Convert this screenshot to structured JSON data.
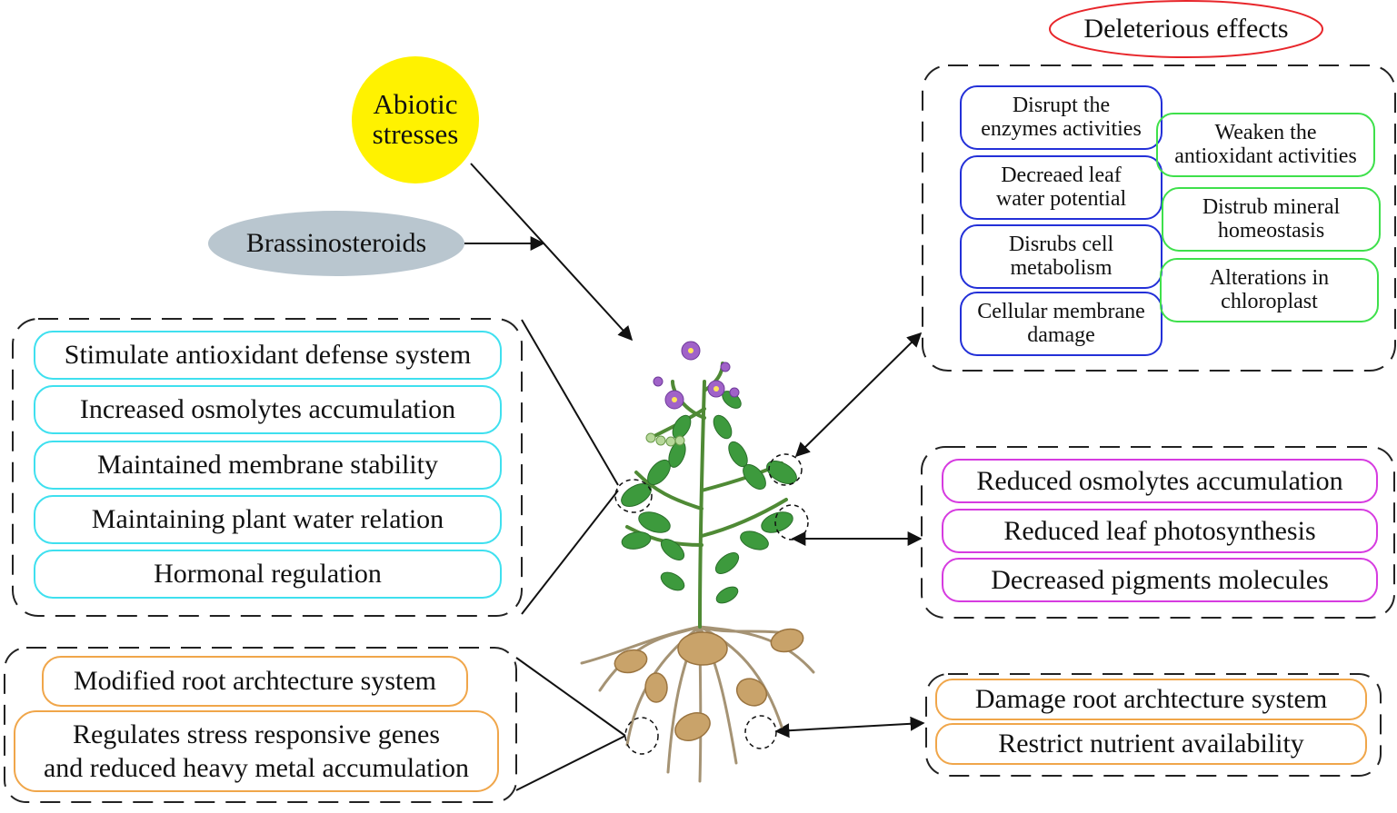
{
  "header": {
    "title": "Deleterious effects"
  },
  "inputs": {
    "abiotic": "Abiotic\nstresses",
    "brassinosteroids": "Brassinosteroids"
  },
  "positive": {
    "shoot": [
      "Stimulate antioxidant defense system",
      "Increased osmolytes accumulation",
      "Maintained membrane stability",
      "Maintaining plant water relation",
      "Hormonal regulation"
    ],
    "root": [
      "Modified root archtecture system",
      "Regulates stress responsive genes\nand reduced heavy metal accumulation"
    ]
  },
  "deleterious": {
    "blue": [
      "Disrupt the\nenzymes activities",
      "Decreaed leaf\nwater potential",
      "Disrubs cell\nmetabolism",
      "Cellular membrane\ndamage"
    ],
    "green": [
      "Weaken the\nantioxidant activities",
      "Distrub mineral\nhomeostasis",
      "Alterations in\nchloroplast"
    ],
    "magenta": [
      "Reduced osmolytes accumulation",
      "Reduced leaf photosynthesis",
      "Decreased pigments molecules"
    ],
    "root": [
      "Damage root archtecture system",
      "Restrict nutrient availability"
    ]
  },
  "colors": {
    "abiotic_fill": "#fff200",
    "brassino_fill": "#b9c6cf",
    "title_ring": "#e8262b",
    "cyan": "#3fe0ef",
    "orange": "#f0a64a",
    "blue": "#2330d8",
    "green": "#3ee04b",
    "magenta": "#d63be0",
    "leaf": "#3d9a3d",
    "stem": "#4f8a35",
    "flower": "#a062c8",
    "tuber": "#c9a36a",
    "root": "#a59374"
  }
}
